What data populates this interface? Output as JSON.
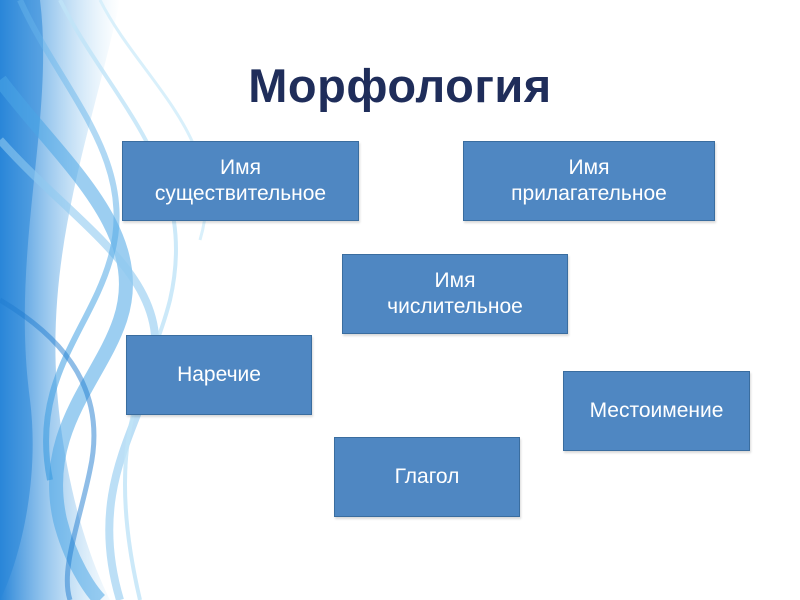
{
  "title": "Морфология",
  "boxes": {
    "noun": [
      "Имя",
      "существительное"
    ],
    "adjective": [
      "Имя",
      "прилагательное"
    ],
    "numeral": [
      "Имя",
      "числительное"
    ],
    "adverb": [
      "Наречие"
    ],
    "pronoun": [
      "Местоимение"
    ],
    "verb": [
      "Глагол"
    ]
  },
  "colors": {
    "title": "#1f2d5a",
    "box_fill": "#4f87c2",
    "box_border": "#3a6d9f",
    "box_text": "#ffffff",
    "decor_blue": "#2f8fd8"
  }
}
